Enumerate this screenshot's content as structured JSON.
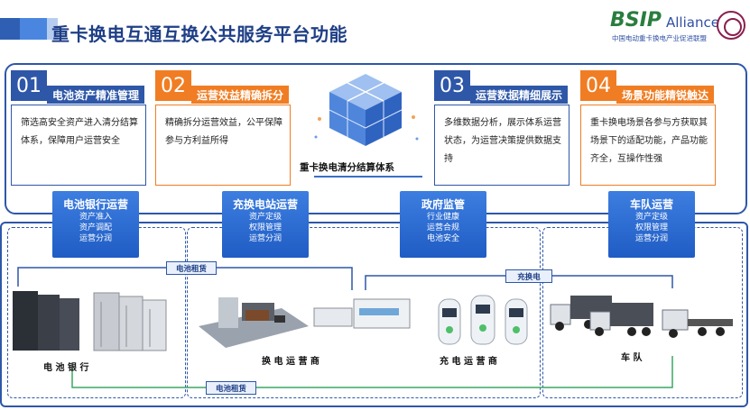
{
  "header": {
    "title": "重卡换电互通互换公共服务平台功能",
    "logo": {
      "main": "BSIP",
      "alliance": "Alliance",
      "subtitle": "中国电动重卡换电产业促进联盟"
    }
  },
  "cards": [
    {
      "num": "01",
      "title": "电池资产精准管理",
      "body": "筛选高安全资产进入清分结算体系，保障用户运营安全",
      "style": "blue"
    },
    {
      "num": "02",
      "title": "运营效益精确拆分",
      "body": "精确拆分运营效益，公平保障参与方利益所得",
      "style": "orange"
    },
    {
      "num": "03",
      "title": "运营数据精细展示",
      "body": "多维数据分析，展示体系运营状态，为运营决策提供数据支持",
      "style": "blue"
    },
    {
      "num": "04",
      "title": "场景功能精锐触达",
      "body": "重卡换电场景各参与方获取其场景下的适配功能，产品功能齐全，互操作性强",
      "style": "orange"
    }
  ],
  "settlement": {
    "label": "重卡换电清分结算体系"
  },
  "roles": [
    {
      "title": "电池银行运营",
      "lines": [
        "资产准入",
        "资产调配",
        "运营分润"
      ]
    },
    {
      "title": "充换电站运营",
      "lines": [
        "资产定级",
        "权限管理",
        "运营分润"
      ]
    },
    {
      "title": "政府监管",
      "lines": [
        "行业健康",
        "运营合规",
        "电池安全"
      ]
    },
    {
      "title": "车队运营",
      "lines": [
        "资产定级",
        "权限管理",
        "运营分润"
      ]
    }
  ],
  "links": {
    "battery_lease_top": "电池租赁",
    "swap": "充换电",
    "battery_lease_bottom": "电池租赁"
  },
  "entities": {
    "battery_bank": "电 池 银 行",
    "swap_operator": "换 电 运 营 商",
    "charge_operator": "充 电 运 营 商",
    "fleet": "车 队"
  },
  "colors": {
    "primary": "#2e57a8",
    "accent": "#f07d23",
    "role_blue": "#2d6fd6"
  }
}
